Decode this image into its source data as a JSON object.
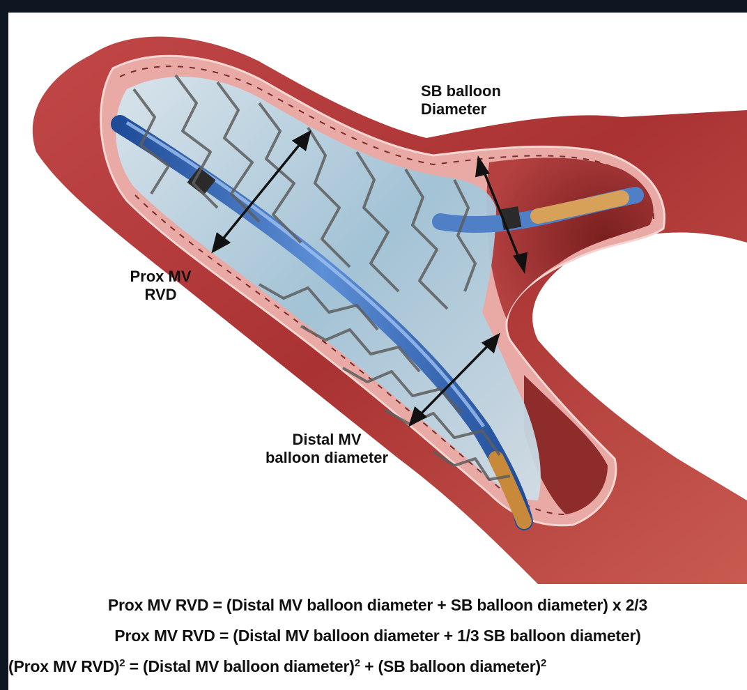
{
  "labels": {
    "sb_line1": "SB balloon",
    "sb_line2": "Diameter",
    "prox_line1": "Prox MV",
    "prox_line2": "RVD",
    "distal_line1": "Distal MV",
    "distal_line2": "balloon diameter"
  },
  "formulas": {
    "f1": "Prox MV RVD = (Distal MV balloon diameter + SB balloon diameter) x 2/3",
    "f2": "Prox MV RVD = (Distal MV balloon diameter + 1/3 SB balloon diameter)",
    "f3_a": "(Prox MV RVD)",
    "f3_exp1": "2",
    "f3_b": " = (Distal MV balloon diameter)",
    "f3_exp2": "2",
    "f3_c": " + (SB balloon diameter)",
    "f3_exp3": "2"
  },
  "colors": {
    "background": "#0e1622",
    "vessel_outer": "#b33a3a",
    "vessel_wall": "#e8a0a0",
    "lumen": "#c9d8e0",
    "catheter": "#2a5fb0",
    "stent": "#6a6a6a",
    "arrow": "#111111"
  },
  "icons": [
    "double-arrow-icon"
  ]
}
